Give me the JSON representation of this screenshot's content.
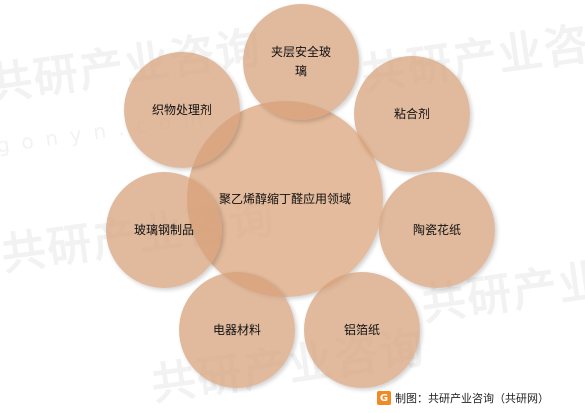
{
  "diagram": {
    "center_label": "聚乙烯醇缩丁醛应用领域",
    "nodes": [
      {
        "label": "夹层安全玻\n璃"
      },
      {
        "label": "粘合剂"
      },
      {
        "label": "陶瓷花纸"
      },
      {
        "label": "铝箔纸"
      },
      {
        "label": "电器材料"
      },
      {
        "label": "玻璃钢制品"
      },
      {
        "label": "织物处理剂"
      }
    ],
    "colors": {
      "circle_fill": "#D6A078",
      "center_fill": "#DCA880"
    }
  },
  "footer": {
    "logo_icon": "gonyn-logo-icon",
    "text": "制图：共研产业咨询（共研网）"
  },
  "watermark": {
    "text": "共研产业咨询",
    "sub": "gonyn.com"
  }
}
